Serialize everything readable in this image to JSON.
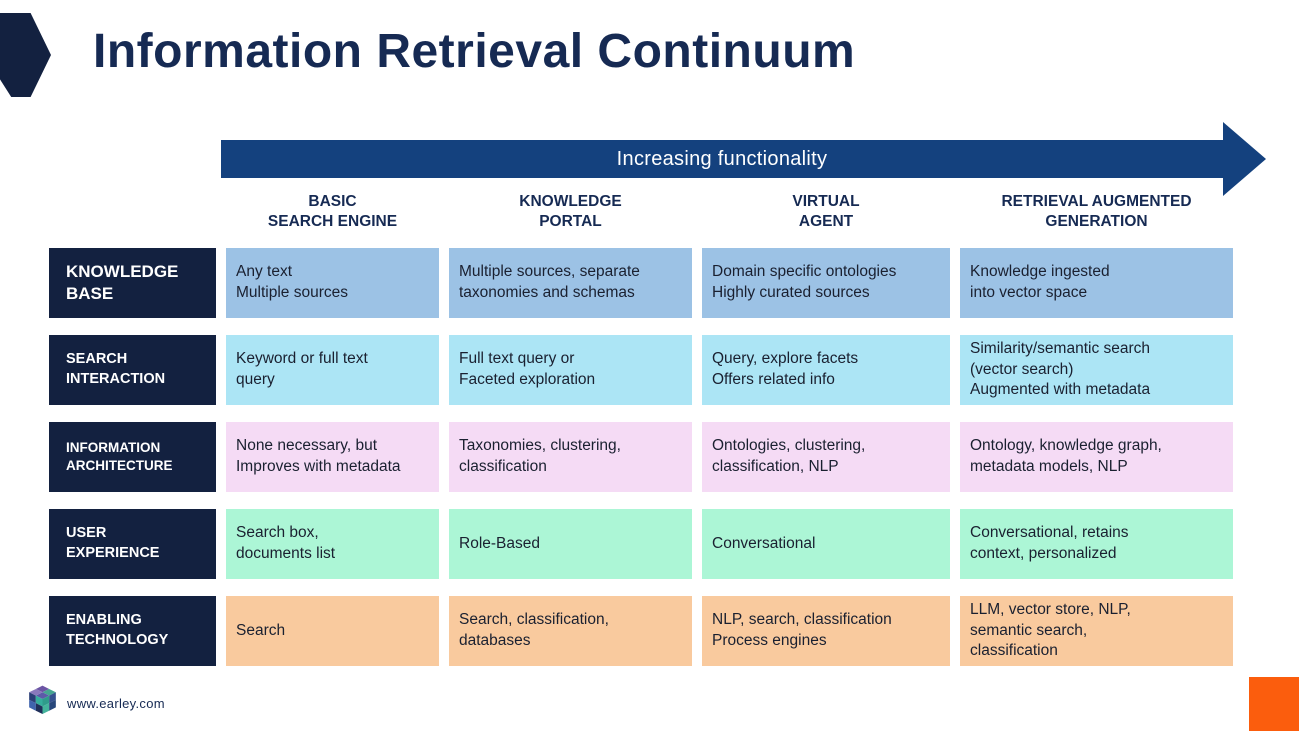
{
  "slide": {
    "title": "Information Retrieval Continuum",
    "banner_label": "Increasing functionality",
    "footer": {
      "website": "www.earley.com",
      "logo": "earley-cube-logo"
    }
  },
  "colors": {
    "navy_dark": "#132140",
    "navy_banner": "#14417E",
    "title_text": "#162A53",
    "orange_accent": "#FB5D0D",
    "row_knowledge_base": "#9CC2E5",
    "row_search_interaction": "#ACE5F5",
    "row_information_architecture": "#F5DBF5",
    "row_user_experience": "#ACF6D6",
    "row_enabling_technology": "#F9CA9E"
  },
  "table": {
    "columns": [
      "BASIC\nSEARCH ENGINE",
      "KNOWLEDGE\nPORTAL",
      "VIRTUAL\nAGENT",
      "RETRIEVAL AUGMENTED\nGENERATION"
    ],
    "rows": [
      {
        "label": "KNOWLEDGE\nBASE",
        "color": "#9CC2E5",
        "cells": [
          "Any text\nMultiple sources",
          "Multiple sources, separate\ntaxonomies and schemas",
          "Domain specific ontologies\nHighly curated sources",
          "Knowledge ingested\ninto vector space"
        ]
      },
      {
        "label": "SEARCH\nINTERACTION",
        "color": "#ACE5F5",
        "cells": [
          "Keyword or full text\nquery",
          "Full text query or\nFaceted exploration",
          "Query, explore  facets\nOffers related info",
          "Similarity/semantic search\n(vector search)\nAugmented with metadata"
        ]
      },
      {
        "label": "INFORMATION\nARCHITECTURE",
        "color": "#F5DBF5",
        "cells": [
          "None necessary, but\nImproves with metadata",
          "Taxonomies, clustering,\nclassification",
          "Ontologies, clustering,\nclassification, NLP",
          "Ontology, knowledge graph,\nmetadata models, NLP"
        ]
      },
      {
        "label": "USER\nEXPERIENCE",
        "color": "#ACF6D6",
        "cells": [
          "Search box,\ndocuments list",
          "Role-Based",
          "Conversational",
          "Conversational, retains\ncontext, personalized"
        ]
      },
      {
        "label": "ENABLING\nTECHNOLOGY",
        "color": "#F9CA9E",
        "cells": [
          "Search",
          "Search, classification,\ndatabases",
          "NLP, search, classification\nProcess engines",
          "LLM, vector store, NLP,\nsemantic search,\nclassification"
        ]
      }
    ]
  }
}
